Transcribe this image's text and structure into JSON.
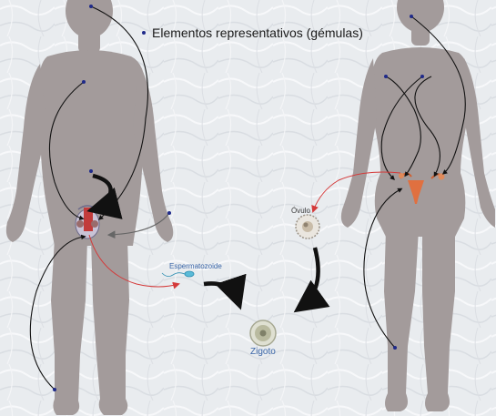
{
  "legend": {
    "text": "Elementos representativos (gémulas)"
  },
  "labels": {
    "sperm": "Espermatozoide",
    "ovum": "Óvulo",
    "zygote": "Zigoto"
  },
  "colors": {
    "background": "#eceef1",
    "body_silhouette": "#a39b9b",
    "gemmule_dot": "#1f2a8a",
    "black_arrow": "#111111",
    "red_arrow": "#d43a3a",
    "label_blue": "#3a66a8"
  },
  "figures": [
    "male-silhouette",
    "female-silhouette"
  ]
}
